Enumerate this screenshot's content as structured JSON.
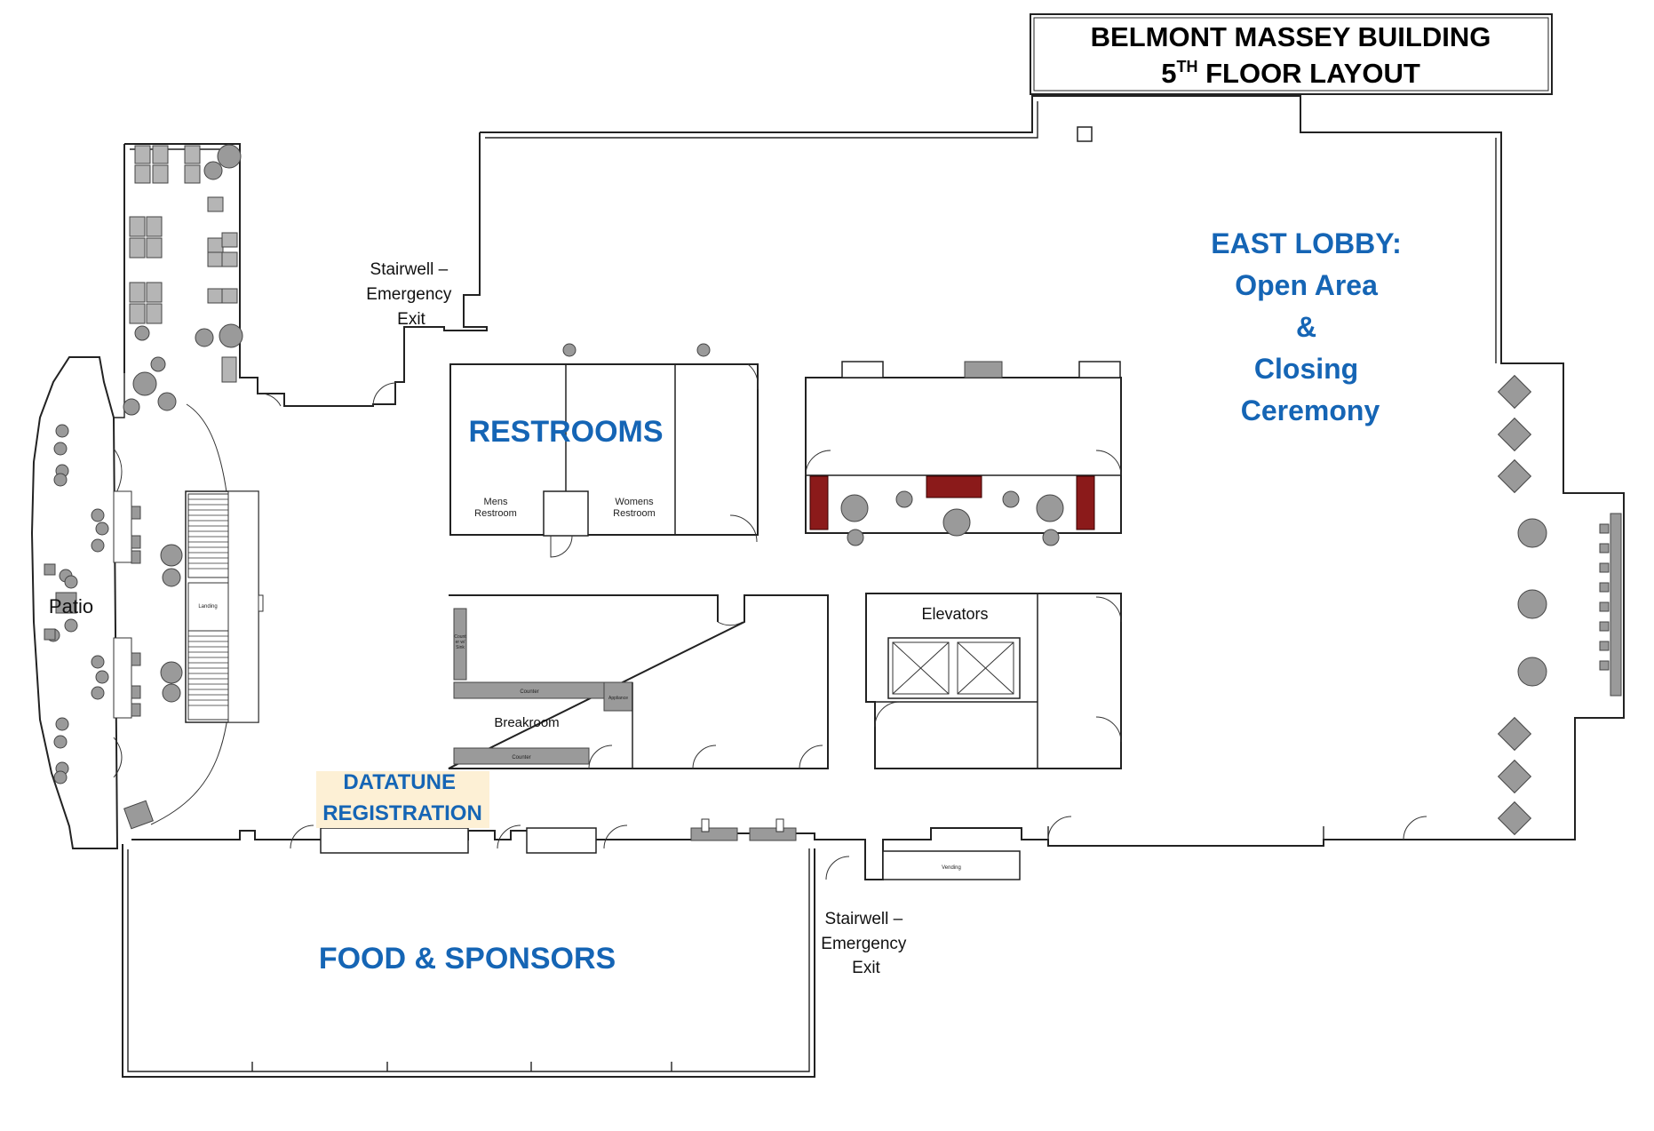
{
  "title": {
    "line1": "BELMONT MASSEY BUILDING",
    "line2_prefix": "5",
    "line2_sup": "TH",
    "line2_suffix": " FLOOR LAYOUT"
  },
  "areas": {
    "east_lobby": [
      "EAST LOBBY:",
      "Open Area",
      "&",
      "Closing",
      "Ceremony"
    ],
    "restrooms": "RESTROOMS",
    "food_sponsors": "FOOD & SPONSORS",
    "registration": [
      "DATATUNE",
      "REGISTRATION"
    ],
    "elevators": "Elevators",
    "breakroom": "Breakroom",
    "patio": "Patio",
    "mens_restroom": [
      "Mens",
      "Restroom"
    ],
    "womens_restroom": [
      "Womens",
      "Restroom"
    ],
    "stairwell_top": [
      "Stairwell –",
      "Emergency",
      "Exit"
    ],
    "stairwell_bottom": [
      "Stairwell –",
      "Emergency",
      "Exit"
    ],
    "counter_top": "Counter",
    "counter_bottom": "Counter",
    "appliance": "Appliance",
    "counter_sink": [
      "Count",
      "er w/",
      "Sink"
    ],
    "landing": "Landing",
    "vending": "Vending"
  },
  "colors": {
    "label_blue": "#1565b5",
    "registration_highlight": "#fdf0d5",
    "furniture_gray": "#9a9a9a",
    "couch_red": "#8b1a1a"
  }
}
